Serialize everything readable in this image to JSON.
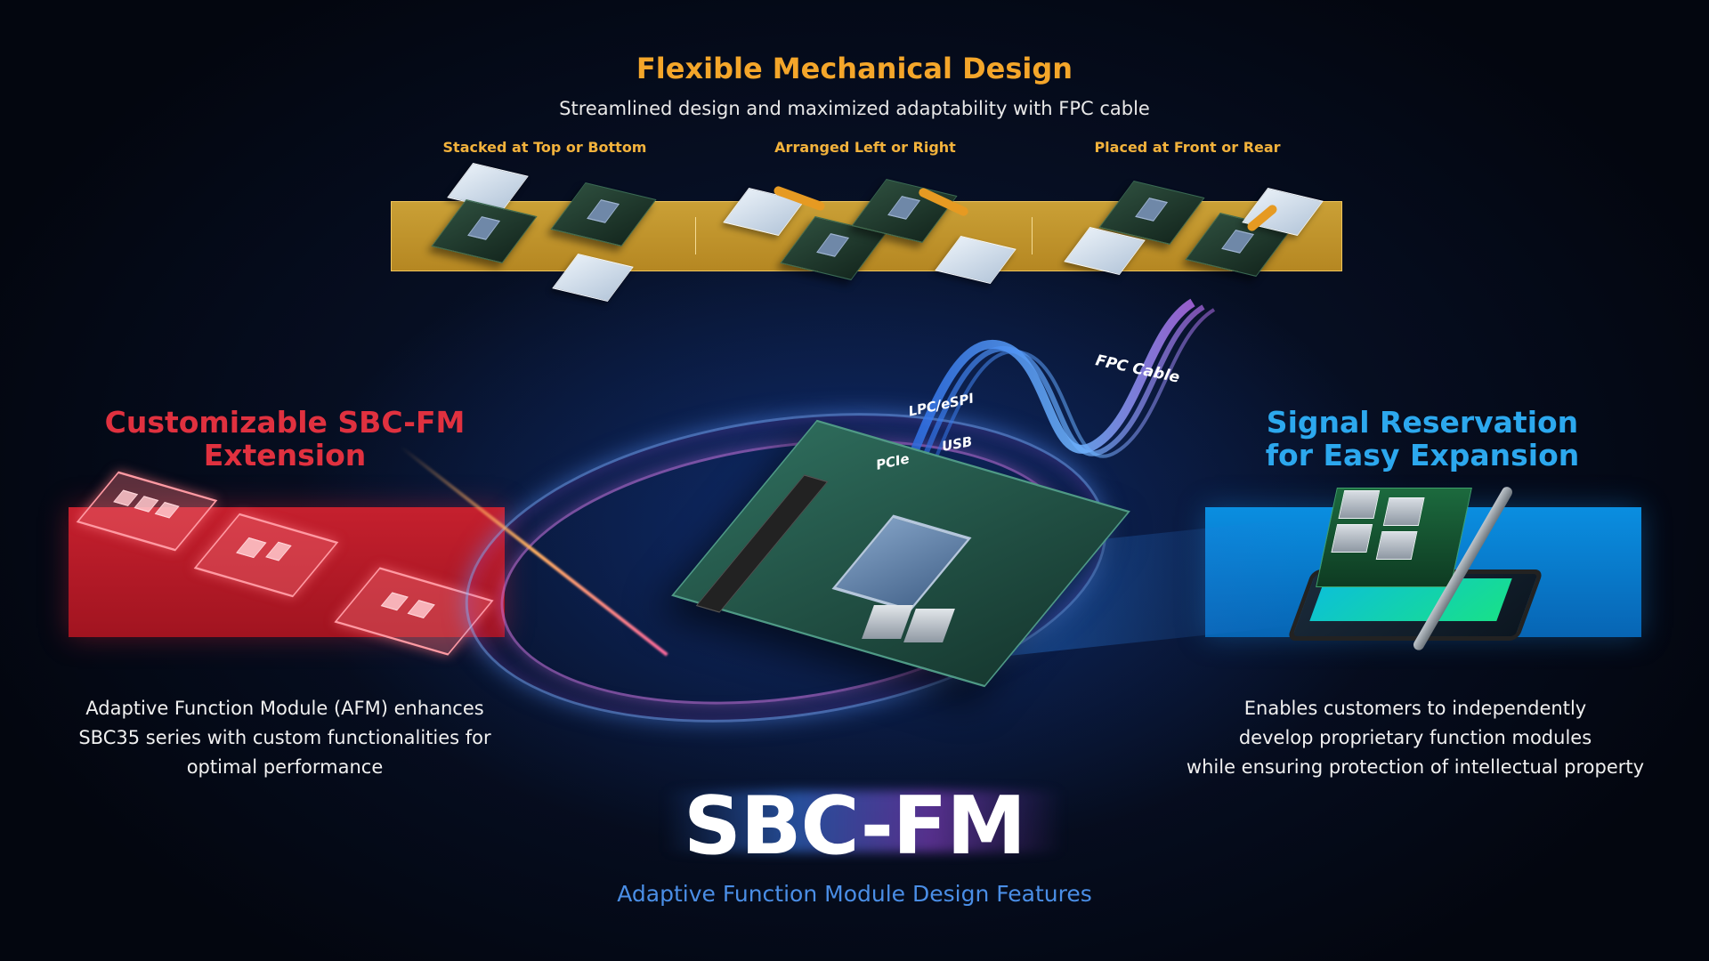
{
  "header": {
    "title": "Flexible Mechanical Design",
    "subtitle": "Streamlined design and maximized adaptability with FPC cable",
    "options": [
      {
        "label": "Stacked at Top or Bottom"
      },
      {
        "label": "Arranged Left or Right"
      },
      {
        "label": "Placed at Front or Rear"
      }
    ]
  },
  "left_panel": {
    "title_line1": "Customizable SBC-FM",
    "title_line2": "Extension",
    "desc_line1": "Adaptive Function Module (AFM)  enhances",
    "desc_line2": "SBC35 series with custom functionalities for",
    "desc_line3": "optimal performance"
  },
  "right_panel": {
    "title_line1": "Signal Reservation",
    "title_line2": "for Easy Expansion",
    "desc_line1": "Enables customers to independently",
    "desc_line2": "develop proprietary function modules",
    "desc_line3": "while ensuring protection of intellectual property"
  },
  "center": {
    "cable_labels": {
      "fpc": "FPC Cable",
      "lpc": "LPC/eSPI",
      "usb": "USB",
      "pcie": "PCIe"
    },
    "logo": "SBC-FM",
    "logo_subtitle": "Adaptive Function Module Design Features"
  },
  "colors": {
    "header_title": "#f4a62a",
    "left_title": "#e0313f",
    "right_title": "#2ca8ee",
    "gold_band": "#c19330",
    "left_box": "#c5202e",
    "right_box": "#0a8ee0",
    "logo_subtitle": "#4a8ee6"
  }
}
